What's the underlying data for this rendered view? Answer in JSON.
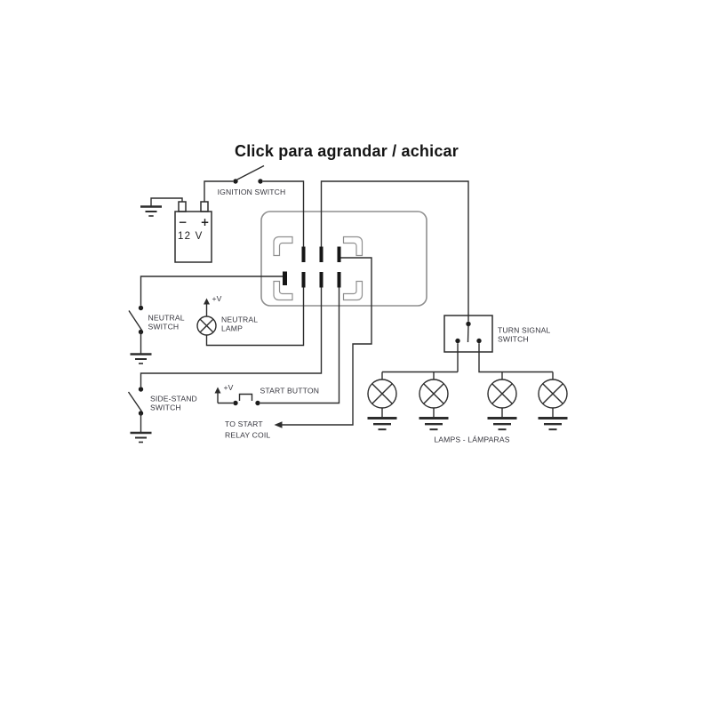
{
  "title": "Click para agrandar / achicar",
  "battery": {
    "voltage": "12 V",
    "minus": "−",
    "plus": "+"
  },
  "labels": {
    "ignition_switch": "IGNITION SWITCH",
    "neutral_switch": [
      "NEUTRAL",
      "SWITCH"
    ],
    "neutral_lamp": [
      "NEUTRAL",
      "LAMP"
    ],
    "side_stand_switch": [
      "SIDE-STAND",
      "SWITCH"
    ],
    "start_button": "START BUTTON",
    "to_start_relay": [
      "TO START",
      "RELAY COIL"
    ],
    "turn_signal_switch": [
      "TURN SIGNAL",
      "SWITCH"
    ],
    "lamps_caption": "LAMPS - LÁMPARAS",
    "plus_v": "+V"
  },
  "colors": {
    "wire": "#2d2d2d",
    "connector_outline": "#8f8f8f",
    "label_text": "#35353d",
    "title_text": "#141414",
    "background": "#ffffff"
  }
}
